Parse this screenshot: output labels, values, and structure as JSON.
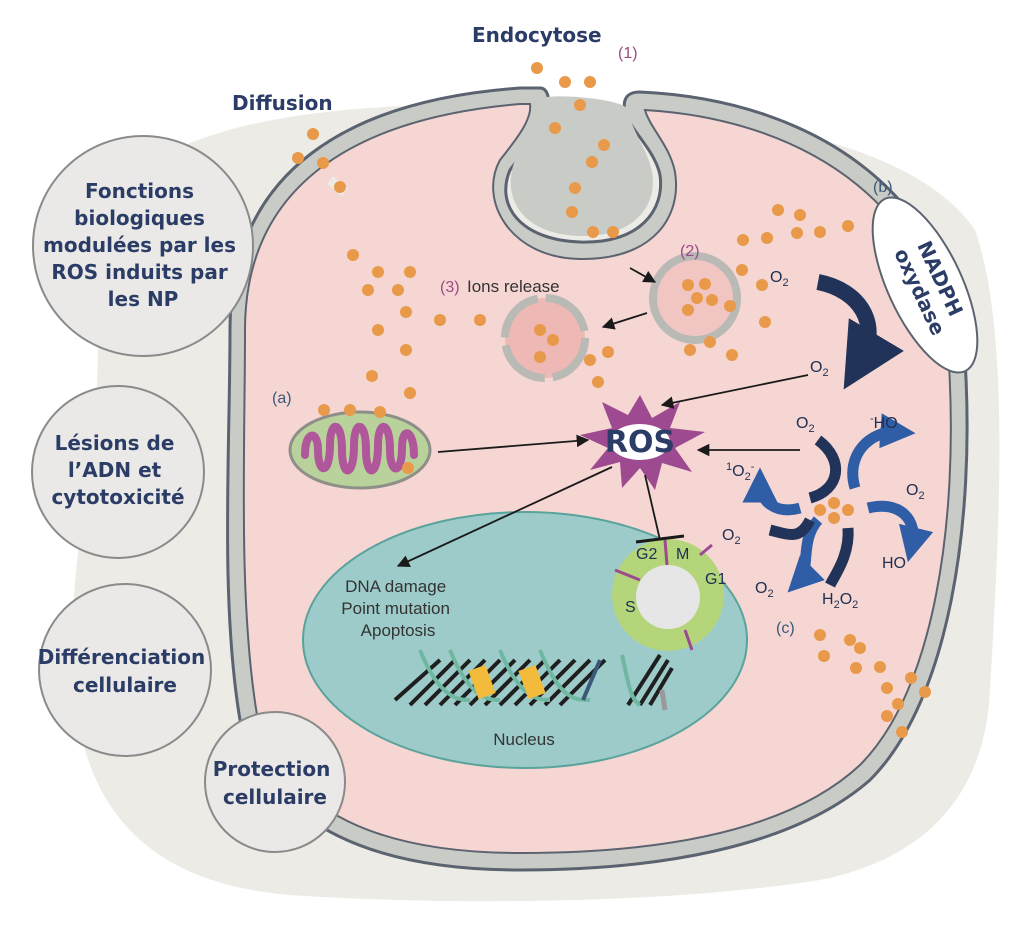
{
  "labels": {
    "endocytose": "Endocytose",
    "diffusion": "Diffusion",
    "step1": "(1)",
    "step2": "(2)",
    "step3_num": "(3)",
    "step3_text": "Ions release",
    "a": "(a)",
    "b": "(b)",
    "c": "(c)",
    "nadph_line1": "NADPH",
    "nadph_line2": "oxydase",
    "ros": "ROS",
    "nucleus": "Nucleus",
    "effects": [
      "DNA damage",
      "Point mutation",
      "Apoptosis"
    ],
    "cycle": {
      "g2": "G2",
      "m": "M",
      "g1": "G1",
      "s": "S"
    }
  },
  "chemistry": {
    "o2_top": {
      "base": "O",
      "sub": "2"
    },
    "o2_mid": {
      "base": "O",
      "sub": "2"
    },
    "o2_c1": {
      "base": "O",
      "sub": "2"
    },
    "ho_minus": {
      "sup": "-",
      "base": "HO"
    },
    "singlet": {
      "sup": "1",
      "base": "O",
      "sub": "2",
      "sup2": "-"
    },
    "o2_c2": {
      "base": "O",
      "sub": "2"
    },
    "o2_c3": {
      "base": "O",
      "sub": "2"
    },
    "ho": {
      "base": "HO"
    },
    "o2_c4": {
      "base": "O",
      "sub": "2"
    },
    "h2o2": {
      "a": "H",
      "sub1": "2",
      "b": "O",
      "sub2": "2"
    }
  },
  "bubbles": [
    {
      "lines": [
        "Fonctions",
        "biologiques",
        "modulées par les",
        "ROS induits par",
        "les NP"
      ]
    },
    {
      "lines": [
        "Lésions de",
        "l’ADN et",
        "cytotoxicité"
      ]
    },
    {
      "lines": [
        "Différenciation",
        "cellulaire"
      ]
    },
    {
      "lines": [
        "Protection",
        "cellulaire"
      ]
    }
  ],
  "colors": {
    "background_blob": "#ecebe6",
    "cytoplasm": "#f6d6d2",
    "membrane": "#c9ccc6",
    "membrane_outline": "#5b6370",
    "nanoparticle": "#e8994a",
    "nucleus": "#9ccbc9",
    "mitochondrion": "#b9d19a",
    "cristae": "#b0579b",
    "ros_star": "#9d4a90",
    "cycle_ring": "#b5d57a",
    "dark_arrow": "#213358",
    "blue_arrow": "#2f5ea6",
    "bubble_fill": "#eae9e7",
    "bubble_stroke": "#8a8a8a",
    "title_text": "#2b3d66",
    "dna_green": "#6fb7a0",
    "dna_dark": "#1f1f1f",
    "dna_yellow": "#f2bb3c"
  }
}
